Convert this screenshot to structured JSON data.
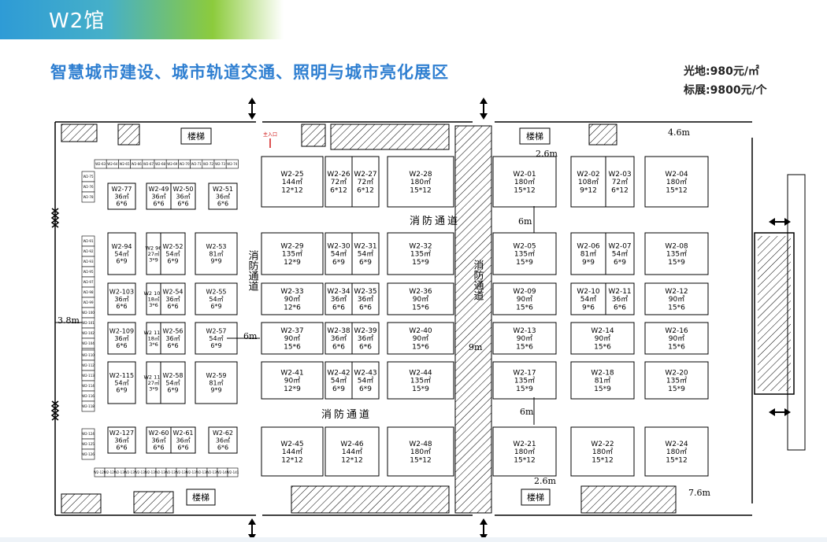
{
  "header": {
    "hall_title": "W2馆",
    "zone_title": "智慧城市建设、城市轨道交通、照明与城市亮化展区",
    "price_light": "光地:980元/㎡",
    "price_standard": "标展:9800元/个"
  },
  "floor": {
    "stairs_label": "楼梯",
    "main_entrance_label": "主入口",
    "fire_lane_label": "消防通道",
    "fire_lane_vertical_label": "消防通道",
    "dims": {
      "d26_top": "2.6m",
      "d46_top": "4.6m",
      "d6_right": "6m",
      "d6_right_low": "6m",
      "d38_left": "3.8m",
      "d6_mid": "6m",
      "d9_mid": "9m",
      "d26_bottom": "2.6m",
      "d76_bottom": "7.6m"
    }
  },
  "booths": {
    "left_small": [
      {
        "id": "W2-77",
        "area": "36㎡",
        "size": "6*6"
      },
      {
        "id": "W2-49",
        "area": "36㎡",
        "size": "6*6"
      },
      {
        "id": "W2-50",
        "area": "36㎡",
        "size": "6*6"
      },
      {
        "id": "W2-51",
        "area": "36㎡",
        "size": "6*6"
      },
      {
        "id": "W2-94",
        "area": "54㎡",
        "size": "6*9"
      },
      {
        "id": "W2 96",
        "area": "27㎡",
        "size": "3*9"
      },
      {
        "id": "W2-52",
        "area": "54㎡",
        "size": "6*9"
      },
      {
        "id": "W2-53",
        "area": "81㎡",
        "size": "9*9"
      },
      {
        "id": "W2-103",
        "area": "36㎡",
        "size": "6*6"
      },
      {
        "id": "W2 105",
        "area": "18㎡",
        "size": "3*6"
      },
      {
        "id": "W2-54",
        "area": "36㎡",
        "size": "6*6"
      },
      {
        "id": "W2-55",
        "area": "54㎡",
        "size": "6*9"
      },
      {
        "id": "W2-109",
        "area": "36㎡",
        "size": "6*6"
      },
      {
        "id": "W2 111",
        "area": "18㎡",
        "size": "3*6"
      },
      {
        "id": "W2-56",
        "area": "36㎡",
        "size": "6*6"
      },
      {
        "id": "W2-57",
        "area": "54㎡",
        "size": "6*9"
      },
      {
        "id": "W2-115",
        "area": "54㎡",
        "size": "6*9"
      },
      {
        "id": "W2 117",
        "area": "27㎡",
        "size": "3*9"
      },
      {
        "id": "W2-58",
        "area": "54㎡",
        "size": "6*9"
      },
      {
        "id": "W2-59",
        "area": "81㎡",
        "size": "9*9"
      },
      {
        "id": "W2-127",
        "area": "36㎡",
        "size": "6*6"
      },
      {
        "id": "W2-60",
        "area": "36㎡",
        "size": "6*6"
      },
      {
        "id": "W2-61",
        "area": "36㎡",
        "size": "6*6"
      },
      {
        "id": "W2-62",
        "area": "36㎡",
        "size": "6*6"
      }
    ],
    "center": [
      {
        "id": "W2-25",
        "area": "144㎡",
        "size": "12*12"
      },
      {
        "id": "W2-26",
        "area": "72㎡",
        "size": "6*12"
      },
      {
        "id": "W2-27",
        "area": "72㎡",
        "size": "6*12"
      },
      {
        "id": "W2-28",
        "area": "180㎡",
        "size": "15*12"
      },
      {
        "id": "W2-29",
        "area": "135㎡",
        "size": "12*9"
      },
      {
        "id": "W2-30",
        "area": "54㎡",
        "size": "6*9"
      },
      {
        "id": "W2-31",
        "area": "54㎡",
        "size": "6*9"
      },
      {
        "id": "W2-32",
        "area": "135㎡",
        "size": "15*9"
      },
      {
        "id": "W2-33",
        "area": "90㎡",
        "size": "12*6"
      },
      {
        "id": "W2-34",
        "area": "36㎡",
        "size": "6*6"
      },
      {
        "id": "W2-35",
        "area": "36㎡",
        "size": "6*6"
      },
      {
        "id": "W2-36",
        "area": "90㎡",
        "size": "15*6"
      },
      {
        "id": "W2-37",
        "area": "90㎡",
        "size": "15*6"
      },
      {
        "id": "W2-38",
        "area": "36㎡",
        "size": "6*6"
      },
      {
        "id": "W2-39",
        "area": "36㎡",
        "size": "6*6"
      },
      {
        "id": "W2-40",
        "area": "90㎡",
        "size": "15*6"
      },
      {
        "id": "W2-41",
        "area": "90㎡",
        "size": "12*9"
      },
      {
        "id": "W2-42",
        "area": "54㎡",
        "size": "6*9"
      },
      {
        "id": "W2-43",
        "area": "54㎡",
        "size": "6*9"
      },
      {
        "id": "W2-44",
        "area": "135㎡",
        "size": "15*9"
      },
      {
        "id": "W2-45",
        "area": "144㎡",
        "size": "12*12"
      },
      {
        "id": "W2-46",
        "area": "144㎡",
        "size": "12*12"
      },
      {
        "id": "W2-48",
        "area": "180㎡",
        "size": "15*12"
      }
    ],
    "right": [
      {
        "id": "W2-01",
        "area": "180㎡",
        "size": "15*12"
      },
      {
        "id": "W2-02",
        "area": "108㎡",
        "size": "9*12"
      },
      {
        "id": "W2-03",
        "area": "72㎡",
        "size": "6*12"
      },
      {
        "id": "W2-04",
        "area": "180㎡",
        "size": "15*12"
      },
      {
        "id": "W2-05",
        "area": "135㎡",
        "size": "15*9"
      },
      {
        "id": "W2-06",
        "area": "81㎡",
        "size": "9*9"
      },
      {
        "id": "W2-07",
        "area": "54㎡",
        "size": "6*9"
      },
      {
        "id": "W2-08",
        "area": "135㎡",
        "size": "15*9"
      },
      {
        "id": "W2-09",
        "area": "90㎡",
        "size": "15*6"
      },
      {
        "id": "W2-10",
        "area": "54㎡",
        "size": "9*6"
      },
      {
        "id": "W2-11",
        "area": "36㎡",
        "size": "6*6"
      },
      {
        "id": "W2-12",
        "area": "90㎡",
        "size": "15*6"
      },
      {
        "id": "W2-13",
        "area": "90㎡",
        "size": "15*6"
      },
      {
        "id": "W2-14",
        "area": "90㎡",
        "size": "15*6"
      },
      {
        "id": "W2-16",
        "area": "90㎡",
        "size": "15*6"
      },
      {
        "id": "W2-17",
        "area": "135㎡",
        "size": "15*9"
      },
      {
        "id": "W2-18",
        "area": "81㎡",
        "size": "15*9"
      },
      {
        "id": "W2-20",
        "area": "135㎡",
        "size": "15*9"
      },
      {
        "id": "W2-21",
        "area": "180㎡",
        "size": "15*12"
      },
      {
        "id": "W2-22",
        "area": "180㎡",
        "size": "15*12"
      },
      {
        "id": "W2-24",
        "area": "180㎡",
        "size": "15*12"
      }
    ],
    "tiny_top": [
      "W2-63",
      "W2-64",
      "W2-65",
      "W2-66",
      "W2-67",
      "W2-68",
      "W2-69",
      "W2-70",
      "W2-71",
      "W2-72",
      "W2-73",
      "W2-74"
    ],
    "tiny_left": [
      "W2-75",
      "W2-76",
      "W2-78",
      "W2-91",
      "W2-92",
      "W2-93",
      "W2-95",
      "W2-97",
      "W2-98",
      "W2-99",
      "W2-100",
      "W2-101",
      "W2-102",
      "W2-104",
      "W2-106",
      "W2-107",
      "W2-108",
      "W2-110",
      "W2-112",
      "W2-113",
      "W2-114",
      "W2-116",
      "W2-118",
      "W2-124",
      "W2-125",
      "W2-126"
    ],
    "tiny_bottom": [
      "W2-128",
      "W2-129",
      "W2-130",
      "W2-131",
      "W2-132",
      "W2-133",
      "W2-134",
      "W2-135",
      "W2-136",
      "W2-137",
      "W2-138",
      "W2-139",
      "W2-140",
      "W2-141"
    ]
  },
  "colors": {
    "title_blue": "#2f7fd1",
    "banner_start": "#2e9bd6",
    "banner_end": "#8ccb3c",
    "line": "#000000",
    "entrance_red": "#d01818"
  }
}
